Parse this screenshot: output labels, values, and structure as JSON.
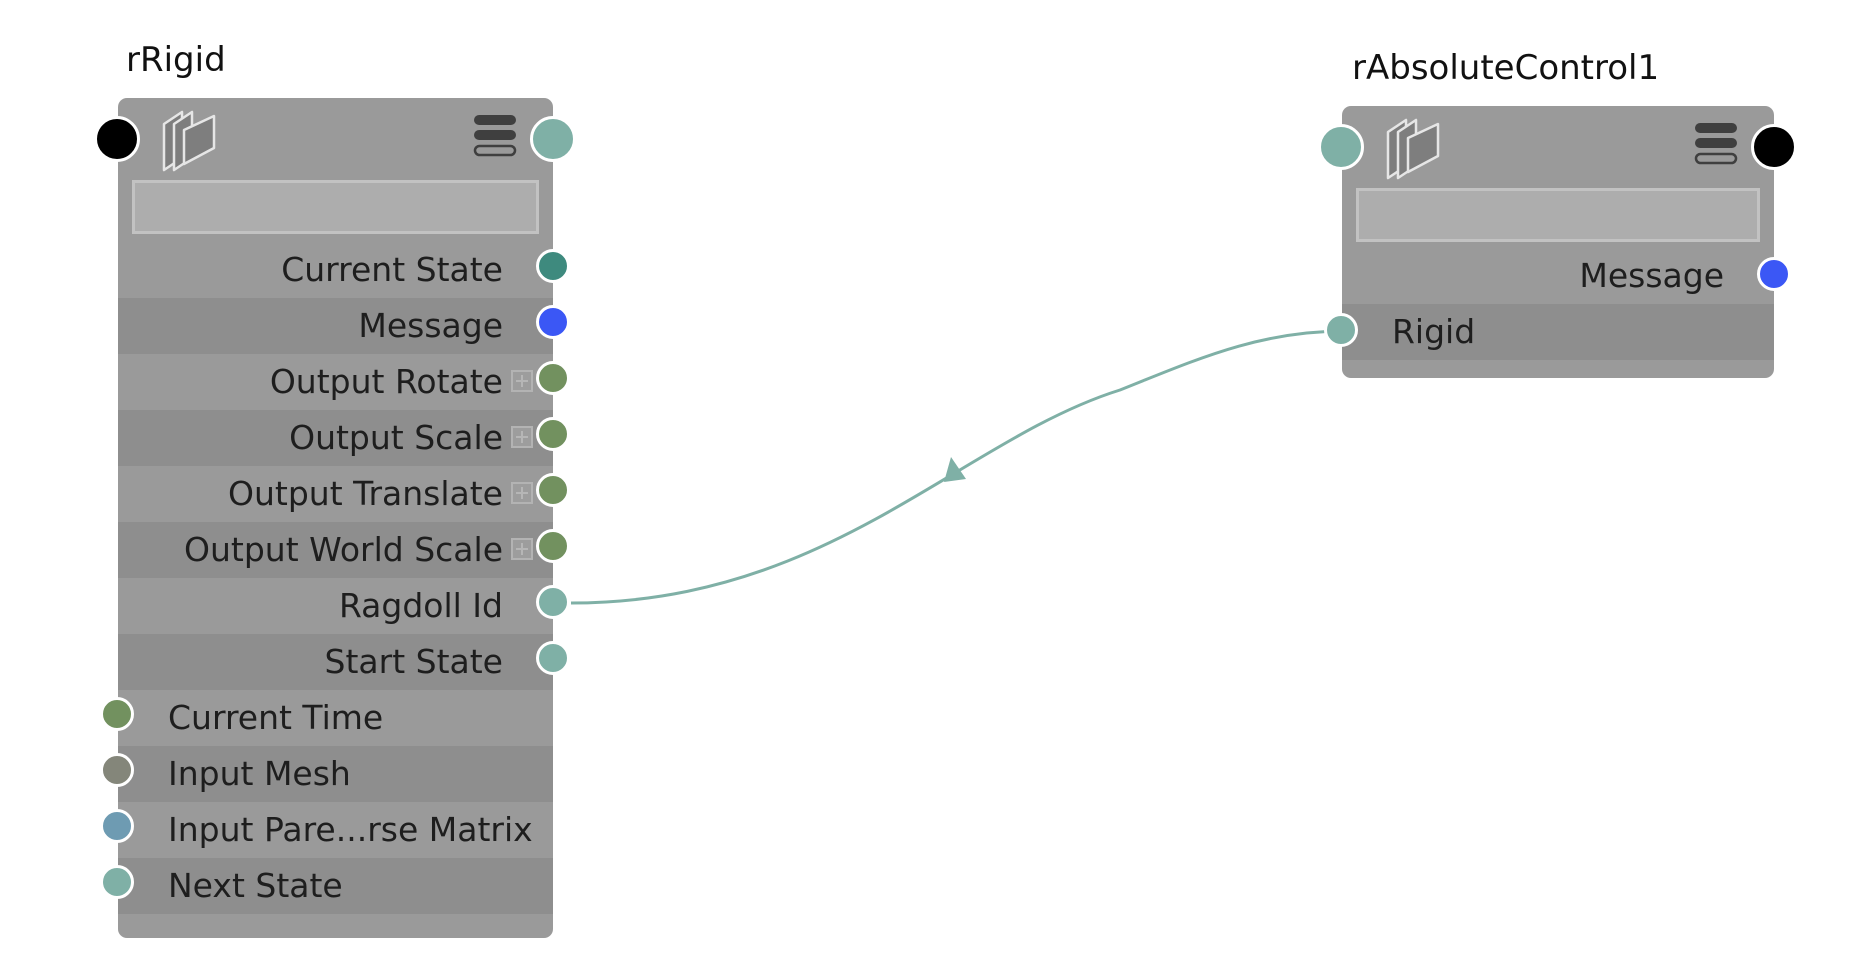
{
  "colors": {
    "canvas": "#ffffff",
    "node_body": "#9a9a9a",
    "row_alt": "#8e8e8e",
    "port_teal": "#7fb0a6",
    "port_dark_teal": "#3e8a7e",
    "port_blue": "#3b57f5",
    "port_green": "#72915f",
    "port_gray": "#84867a",
    "port_steel": "#6e9bb2",
    "port_black": "#000000",
    "wire": "#7fb0a6"
  },
  "nodes": [
    {
      "id": "rRigid",
      "title": "rRigid",
      "icon": "rigid-node-icon",
      "menu_icon": "node-menu-icon",
      "name_field_value": "",
      "outputs": [
        {
          "label": "Current State",
          "port_color": "#3e8a7e",
          "expandable": false
        },
        {
          "label": "Message",
          "port_color": "#3b57f5",
          "expandable": false
        },
        {
          "label": "Output Rotate",
          "port_color": "#72915f",
          "expandable": true
        },
        {
          "label": "Output Scale",
          "port_color": "#72915f",
          "expandable": true
        },
        {
          "label": "Output Translate",
          "port_color": "#72915f",
          "expandable": true
        },
        {
          "label": "Output World Scale",
          "port_color": "#72915f",
          "expandable": true
        },
        {
          "label": "Ragdoll Id",
          "port_color": "#7fb0a6",
          "expandable": false
        },
        {
          "label": "Start State",
          "port_color": "#7fb0a6",
          "expandable": false
        }
      ],
      "inputs": [
        {
          "label": "Current Time",
          "port_color": "#72915f"
        },
        {
          "label": "Input Mesh",
          "port_color": "#84867a"
        },
        {
          "label": "Input Pare...rse Matrix",
          "port_color": "#6e9bb2"
        },
        {
          "label": "Next State",
          "port_color": "#7fb0a6"
        }
      ]
    },
    {
      "id": "rAbsoluteControl1",
      "title": "rAbsoluteControl1",
      "icon": "rigid-node-icon",
      "menu_icon": "node-menu-icon",
      "name_field_value": "",
      "outputs": [
        {
          "label": "Message",
          "port_color": "#3b57f5",
          "expandable": false
        }
      ],
      "inputs": [
        {
          "label": "Rigid",
          "port_color": "#7fb0a6"
        }
      ]
    }
  ],
  "connections": [
    {
      "from_node": "rRigid",
      "from_port": "Ragdoll Id",
      "to_node": "rAbsoluteControl1",
      "to_port": "Rigid"
    }
  ]
}
